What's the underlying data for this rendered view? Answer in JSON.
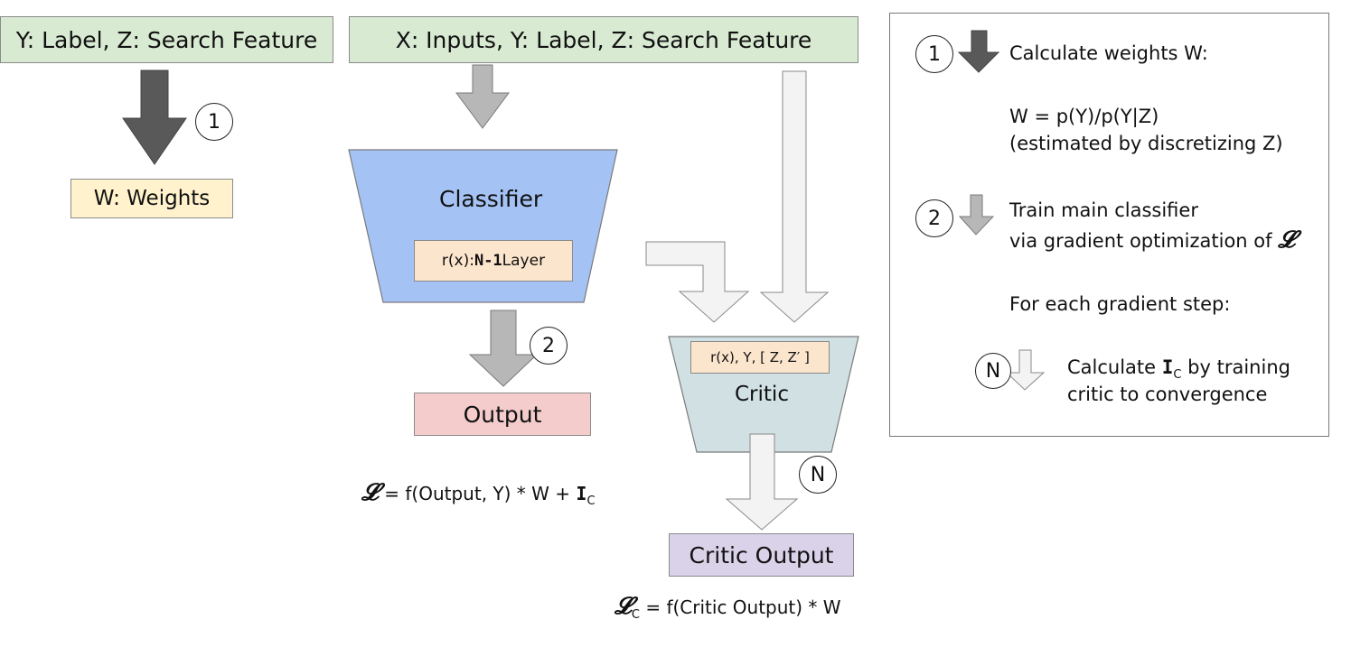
{
  "top_left_box": "Y: Label, Z: Search Feature",
  "top_center_box": "X: Inputs, Y: Label, Z: Search Feature",
  "weights_box": "W: Weights",
  "classifier_label": "Classifier",
  "layer_prefix": "r(x): ",
  "layer_code": "N-1",
  "layer_suffix": " Layer",
  "critic_inputs": "r(x), Y, [ Z, Z′ ]",
  "critic_label": "Critic",
  "output_box": "Output",
  "critic_output_box": "Critic Output",
  "step_markers": {
    "one": "1",
    "two": "2",
    "n": "N"
  },
  "loss_eq": {
    "symbol": "𝓛",
    "main": " = f(Output, Y) * W + ",
    "ic": "I",
    "ic_sub": "C"
  },
  "critic_loss_eq": {
    "symbol": "𝓛",
    "sub": "C",
    "main": " = f(Critic Output) * W"
  },
  "legend": {
    "step1_title": "Calculate weights W:",
    "step1_formula": "W = p(Y)/p(Y|Z)",
    "step1_note": "(estimated by discretizing Z)",
    "step2_line1": "Train main classifier",
    "step2_line2": "via gradient optimization of ",
    "step2_symbol": "𝓛",
    "each_step": "For each gradient step:",
    "stepN_prefix": "Calculate ",
    "stepN_ic": "I",
    "stepN_ic_sub": "C",
    "stepN_suffix": " by training",
    "stepN_line2": "critic to convergence"
  },
  "colors": {
    "dark_arrow": "#595959",
    "mid_arrow": "#b7b7b7",
    "light_arrow": "#f3f3f3",
    "classifier_fill": "#a4c2f4",
    "critic_fill": "#d0e0e3"
  }
}
